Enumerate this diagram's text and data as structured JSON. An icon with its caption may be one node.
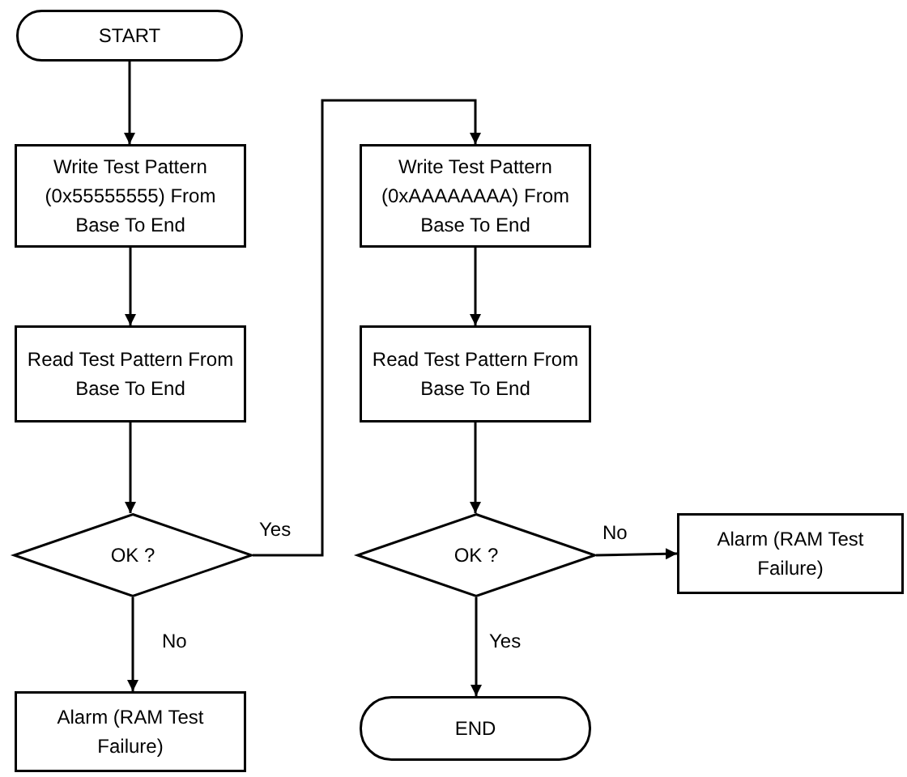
{
  "diagram": {
    "nodes": [
      {
        "text": [
          "START"
        ]
      },
      {
        "text": [
          "Write Test Pattern (0x55555555) From Base To End"
        ]
      },
      {
        "text": [
          "Read Test Pattern From Base To End"
        ]
      },
      {
        "text": [
          "OK ?"
        ]
      },
      {
        "text": [
          "Alarm (RAM Test Failure)"
        ]
      },
      {
        "text": [
          "Write Test Pattern (0xAAAAAAAA) From Base To End"
        ]
      },
      {
        "text": [
          "Read Test Pattern From Base To End"
        ]
      },
      {
        "text": [
          "OK ?"
        ]
      },
      {
        "text": [
          "Alarm (RAM Test Failure)"
        ]
      },
      {
        "text": [
          "END"
        ]
      }
    ],
    "edges": [
      {
        "from": 0,
        "to": 1,
        "arrow": "to"
      },
      {
        "from": 1,
        "to": 2,
        "arrow": "to"
      },
      {
        "from": 2,
        "to": 3,
        "arrow": "to"
      },
      {
        "from": 3,
        "to": 4,
        "arrow": "to",
        "label": "No"
      },
      {
        "from": 3,
        "to": 5,
        "arrow": "to",
        "label": "Yes"
      },
      {
        "from": 5,
        "to": 6,
        "arrow": "to"
      },
      {
        "from": 6,
        "to": 7,
        "arrow": "to"
      },
      {
        "from": 7,
        "to": 8,
        "arrow": "to",
        "label": "No"
      },
      {
        "from": 7,
        "to": 9,
        "arrow": "to",
        "label": "Yes"
      }
    ]
  }
}
